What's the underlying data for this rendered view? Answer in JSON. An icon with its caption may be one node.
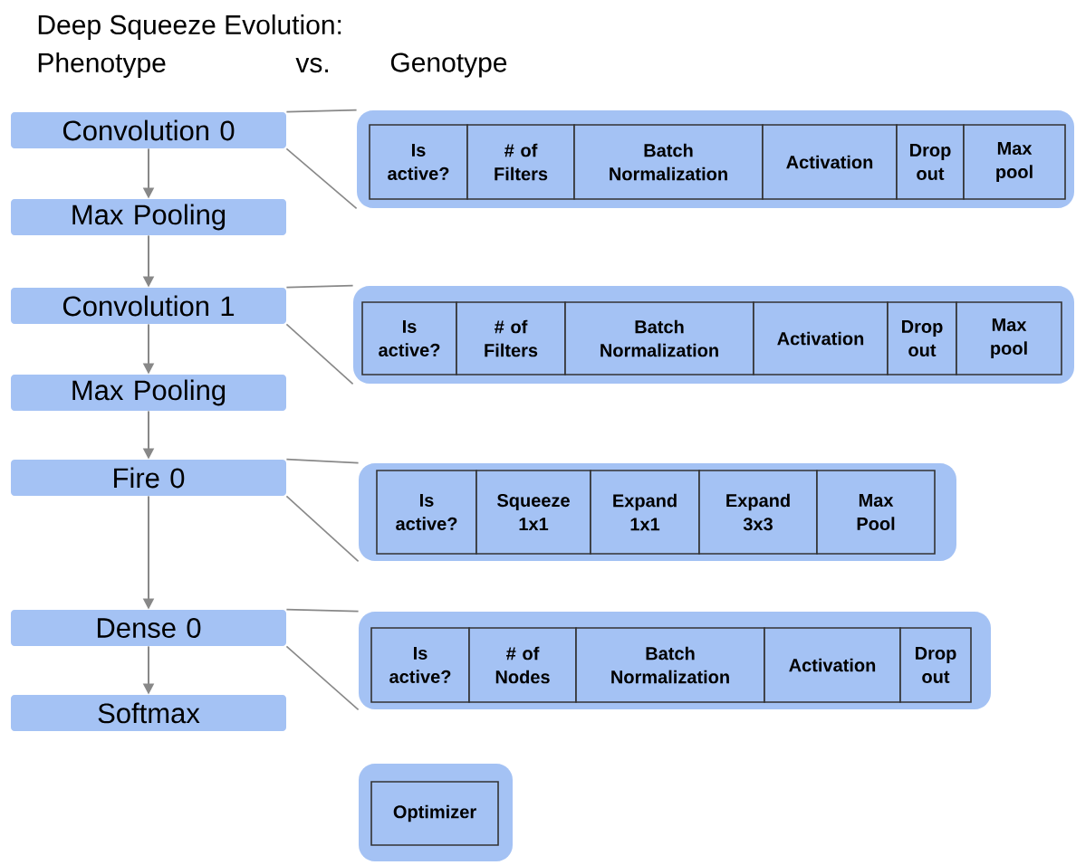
{
  "diagram": {
    "title": "Deep Squeeze Evolution:",
    "nodes": [
      {
        "text": [
          "Convolution 0"
        ]
      },
      {
        "text": [
          "Max Pooling"
        ]
      },
      {
        "text": [
          "Convolution 1"
        ]
      },
      {
        "text": [
          "Max Pooling"
        ]
      },
      {
        "text": [
          "Fire 0"
        ]
      },
      {
        "text": [
          "Dense 0"
        ]
      },
      {
        "text": [
          "Softmax"
        ]
      },
      {
        "text": [],
        "shape": "box"
      },
      {
        "text": [
          "Is active?"
        ],
        "in": 7
      },
      {
        "text": [
          "# of Filters"
        ],
        "in": 7
      },
      {
        "text": [
          "Batch Normalization"
        ],
        "in": 7
      },
      {
        "text": [
          "Activation"
        ],
        "in": 7
      },
      {
        "text": [
          "Drop out"
        ],
        "in": 7
      },
      {
        "text": [
          "Max pool"
        ],
        "in": 7
      },
      {
        "text": [],
        "shape": "box"
      },
      {
        "text": [
          "Is active?"
        ],
        "in": 14
      },
      {
        "text": [
          "# of Filters"
        ],
        "in": 14
      },
      {
        "text": [
          "Batch Normalization"
        ],
        "in": 14
      },
      {
        "text": [
          "Activation"
        ],
        "in": 14
      },
      {
        "text": [
          "Drop out"
        ],
        "in": 14
      },
      {
        "text": [
          "Max pool"
        ],
        "in": 14
      },
      {
        "text": [],
        "shape": "box"
      },
      {
        "text": [
          "Is active?"
        ],
        "in": 21
      },
      {
        "text": [
          "Squeeze 1x1"
        ],
        "in": 21
      },
      {
        "text": [
          "Expand 1x1"
        ],
        "in": 21
      },
      {
        "text": [
          "Expand 3x3"
        ],
        "in": 21
      },
      {
        "text": [
          "Max Pool"
        ],
        "in": 21
      },
      {
        "text": [],
        "shape": "box"
      },
      {
        "text": [
          "Is active?"
        ],
        "in": 27
      },
      {
        "text": [
          "# of Nodes"
        ],
        "in": 27
      },
      {
        "text": [
          "Batch Normalization"
        ],
        "in": 27
      },
      {
        "text": [
          "Activation"
        ],
        "in": 27
      },
      {
        "text": [
          "Drop out"
        ],
        "in": 27
      },
      {
        "text": [],
        "shape": "box"
      },
      {
        "text": [
          "Optimizer"
        ],
        "in": 33
      }
    ],
    "edges": [
      {
        "from": 0,
        "to": 1,
        "arrow": "to"
      },
      {
        "from": 1,
        "to": 2,
        "arrow": "to"
      },
      {
        "from": 2,
        "to": 3,
        "arrow": "to"
      },
      {
        "from": 3,
        "to": 4,
        "arrow": "to"
      },
      {
        "from": 4,
        "to": 5,
        "arrow": "to"
      },
      {
        "from": 5,
        "to": 6,
        "arrow": "to"
      },
      {
        "from": 0,
        "to": 7,
        "arrow": "none"
      },
      {
        "from": 0,
        "to": 7,
        "arrow": "none"
      },
      {
        "from": 2,
        "to": 14,
        "arrow": "none"
      },
      {
        "from": 2,
        "to": 14,
        "arrow": "none"
      },
      {
        "from": 4,
        "to": 21,
        "arrow": "none"
      },
      {
        "from": 4,
        "to": 21,
        "arrow": "none"
      },
      {
        "from": 5,
        "to": 27,
        "arrow": "none"
      },
      {
        "from": 5,
        "to": 27,
        "arrow": "none"
      }
    ],
    "labels": [
      "Phenotype",
      "vs.",
      "Genotype"
    ]
  }
}
